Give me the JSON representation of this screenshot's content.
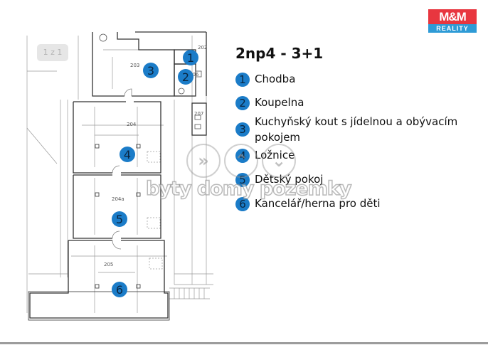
{
  "brand": {
    "logo_top": "M&M",
    "logo_bottom": "REALITY",
    "colors": {
      "red": "#e8363f",
      "blue": "#2e9bd6"
    }
  },
  "title": "2np4 - 3+1",
  "legend": [
    {
      "num": "1",
      "label": "Chodba"
    },
    {
      "num": "2",
      "label": "Koupelna"
    },
    {
      "num": "3",
      "label": "Kuchyňský kout s jídelnou a obývacím pokojem"
    },
    {
      "num": "4",
      "label": "Ložnice"
    },
    {
      "num": "5",
      "label": "Dětský pokoj"
    },
    {
      "num": "6",
      "label": "Kancelář/herna pro děti"
    }
  ],
  "plan": {
    "scale_label": "1 z 1",
    "room_numbers": [
      "203",
      "202",
      "206",
      "207",
      "204",
      "204a",
      "205"
    ],
    "markers": [
      "1",
      "2",
      "3",
      "4",
      "5",
      "6"
    ]
  },
  "watermark": {
    "text": "byty domy pozemky"
  },
  "accent_color": "#1b7cc8"
}
